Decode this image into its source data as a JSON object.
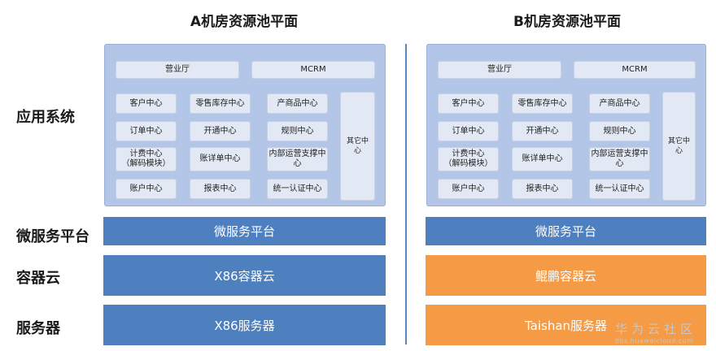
{
  "planes": [
    {
      "title": "A机房资源池平面",
      "top_boxes": [
        "营业厅",
        "MCRM"
      ],
      "grid": [
        [
          "客户中心",
          "零售库存中心",
          "产商品中心"
        ],
        [
          "订单中心",
          "开通中心",
          "规则中心"
        ],
        [
          "计费中心\n（解码模块）",
          "账详单中心",
          "内部运营支撑中心"
        ],
        [
          "账户中心",
          "报表中心",
          "统一认证中心"
        ]
      ],
      "other_center": "其它中心",
      "microservice": "微服务平台",
      "container": "X86容器云",
      "server": "X86服务器"
    },
    {
      "title": "B机房资源池平面",
      "top_boxes": [
        "营业厅",
        "MCRM"
      ],
      "grid": [
        [
          "客户中心",
          "零售库存中心",
          "产商品中心"
        ],
        [
          "订单中心",
          "开通中心",
          "规则中心"
        ],
        [
          "计费中心\n（解码模块）",
          "账详单中心",
          "内部运营支撑中心"
        ],
        [
          "账户中心",
          "报表中心",
          "统一认证中心"
        ]
      ],
      "other_center": "其它中心",
      "microservice": "微服务平台",
      "container": "鲲鹏容器云",
      "server": "Taishan服务器"
    }
  ],
  "row_labels": {
    "app_system": "应用系统",
    "microservice": "微服务平台",
    "container": "容器云",
    "server": "服务器"
  },
  "watermark": {
    "title": "华为云社区",
    "url": "bbs.huaweicloud.com"
  },
  "colors": {
    "band_blue": "#4e80c0",
    "band_orange": "#f59a45",
    "panel": "#b4c6e7",
    "box": "#e3e9f4",
    "divider": "#5b87c2"
  }
}
